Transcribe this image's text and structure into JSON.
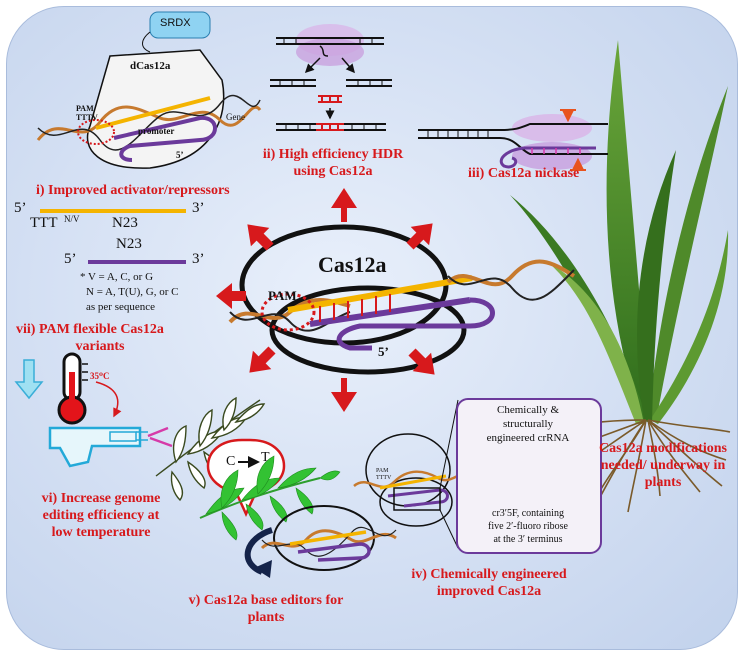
{
  "center": {
    "title": "Cas12a",
    "pam": "PAM",
    "five_prime": "5’"
  },
  "panel_i": {
    "srdx": "SRDX",
    "dcas": "dCas12a",
    "pam": "PAM",
    "tttv": "TTTV",
    "gene": "Gene",
    "promoter": "promoter",
    "five_prime": "5’",
    "caption": "i) Improved activator/repressors"
  },
  "panel_ii": {
    "caption_line1": "ii) High efficiency HDR",
    "caption_line2": "using Cas12a"
  },
  "panel_iii": {
    "caption": "iii) Cas12a nickase"
  },
  "pam_seq": {
    "top_5": "5’",
    "top_seq": "TTT",
    "top_nv": "N/V",
    "top_n23": "N23",
    "top_3": "3’",
    "bot_5": "5’",
    "bot_n23": "N23",
    "bot_3": "3’",
    "note1": "* V = A, C, or G",
    "note2": "N = A, T(U), G, or C",
    "note3": "as per sequence"
  },
  "panel_vii": {
    "caption_line1": "vii) PAM flexible Cas12a",
    "caption_line2": "variants"
  },
  "panel_vi": {
    "temp": "35⁰C",
    "caption_line1": "vi) Increase genome",
    "caption_line2": "editing efficiency at",
    "caption_line3": "low temperature"
  },
  "panel_v": {
    "ct": "C",
    "ct2": "T",
    "caption_line1": "v) Cas12a base editors for",
    "caption_line2": "plants"
  },
  "panel_iv": {
    "box_line1": "Chemically &",
    "box_line2": "structurally",
    "box_line3": "engineered crRNA",
    "box_line4": "cr3′5F, containing",
    "box_line5": "five 2′-fluoro ribose",
    "box_line6": "at the 3′ terminus",
    "small_pam": "PAM",
    "small_tttv": "TTTV",
    "caption_line1": "iv) Chemically engineered",
    "caption_line2": "improved Cas12a"
  },
  "right": {
    "line1": "Cas12a modifications",
    "line2": "needed/ underway in",
    "line3": "plants"
  },
  "colors": {
    "red": "#d7191c",
    "orange": "#f4b400",
    "purple": "#6b3a9b",
    "magenta": "#d63aa8",
    "green": "#27b02b",
    "blue_cyan": "#23a9d8"
  }
}
